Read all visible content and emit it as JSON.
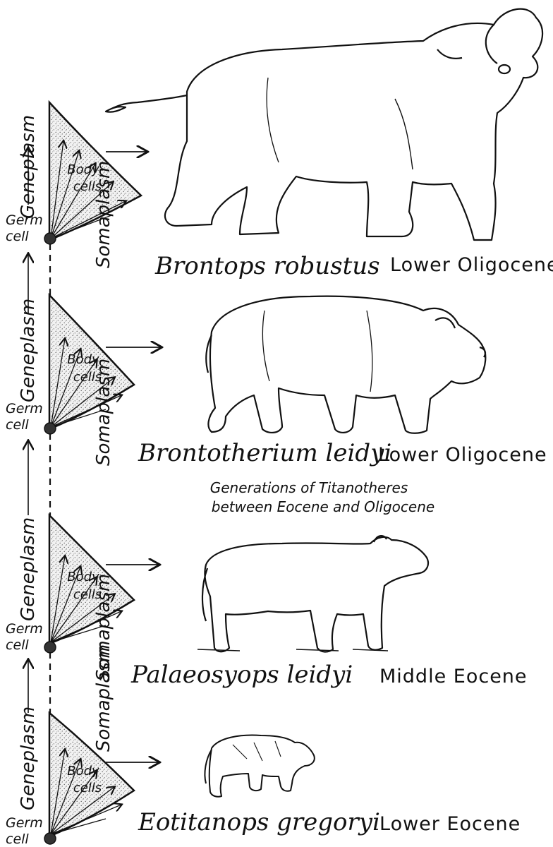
{
  "levels": [
    {
      "species": "Brontops robustus",
      "epoch": "Lower Oligocene",
      "body_cells": [
        "Body",
        "cells"
      ],
      "somaplasm": "Somaplasm",
      "germ_cell": [
        "Germ",
        "cell"
      ],
      "geneplasm": ""
    },
    {
      "species": "Brontotherium leidyi",
      "epoch": "Lower Oligocene",
      "body_cells": [
        "Body",
        "cells"
      ],
      "somaplasm": "Somaplasm",
      "germ_cell": [
        "Germ",
        "cell"
      ],
      "geneplasm": "Geneplasm"
    },
    {
      "species": "Palaeosyops leidyi",
      "epoch": "Middle Eocene",
      "body_cells": [
        "Body",
        "cells"
      ],
      "somaplasm": "Somaplasm",
      "germ_cell": [
        "Germ",
        "cell"
      ],
      "geneplasm": "Geneplasm"
    },
    {
      "species": "Eotitanops gregoryi",
      "epoch": "Lower Eocene",
      "body_cells": [
        "Body",
        "cells"
      ],
      "somaplasm": "Somaplasm",
      "germ_cell": [
        "Germ",
        "cell"
      ],
      "geneplasm": "Geneplasm"
    }
  ],
  "top_geneplasm": "Geneplasm",
  "caption": [
    "Generations of Titanotheres",
    "between Eocene and Oligocene"
  ],
  "colors": {
    "ink": "#111111",
    "paper": "#ffffff",
    "stipple": "#ececec"
  }
}
